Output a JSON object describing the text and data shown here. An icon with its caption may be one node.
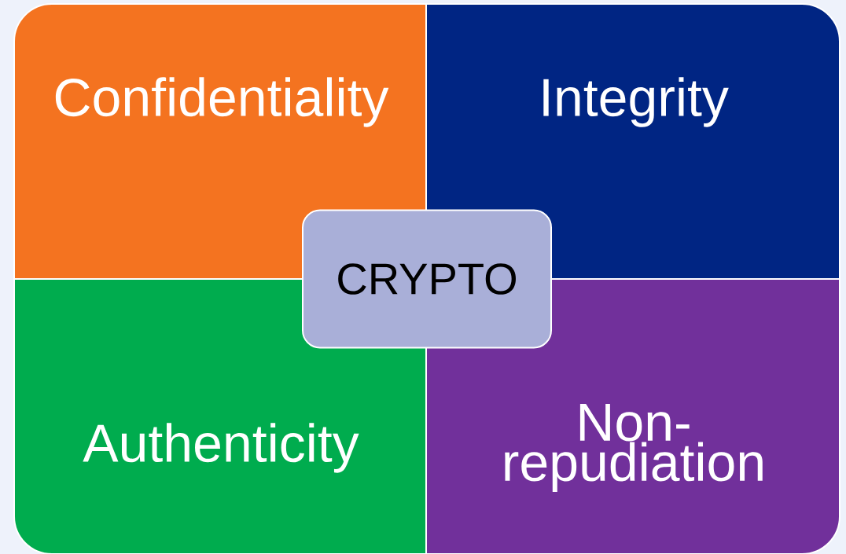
{
  "diagram": {
    "nodes": [
      {
        "text": [
          "Confidentiality"
        ]
      },
      {
        "text": [
          "Integrity"
        ]
      },
      {
        "text": [
          "Authenticity"
        ]
      },
      {
        "text": [
          "Non-repudiation"
        ]
      },
      {
        "text": [
          "CRYPTO"
        ]
      }
    ]
  }
}
